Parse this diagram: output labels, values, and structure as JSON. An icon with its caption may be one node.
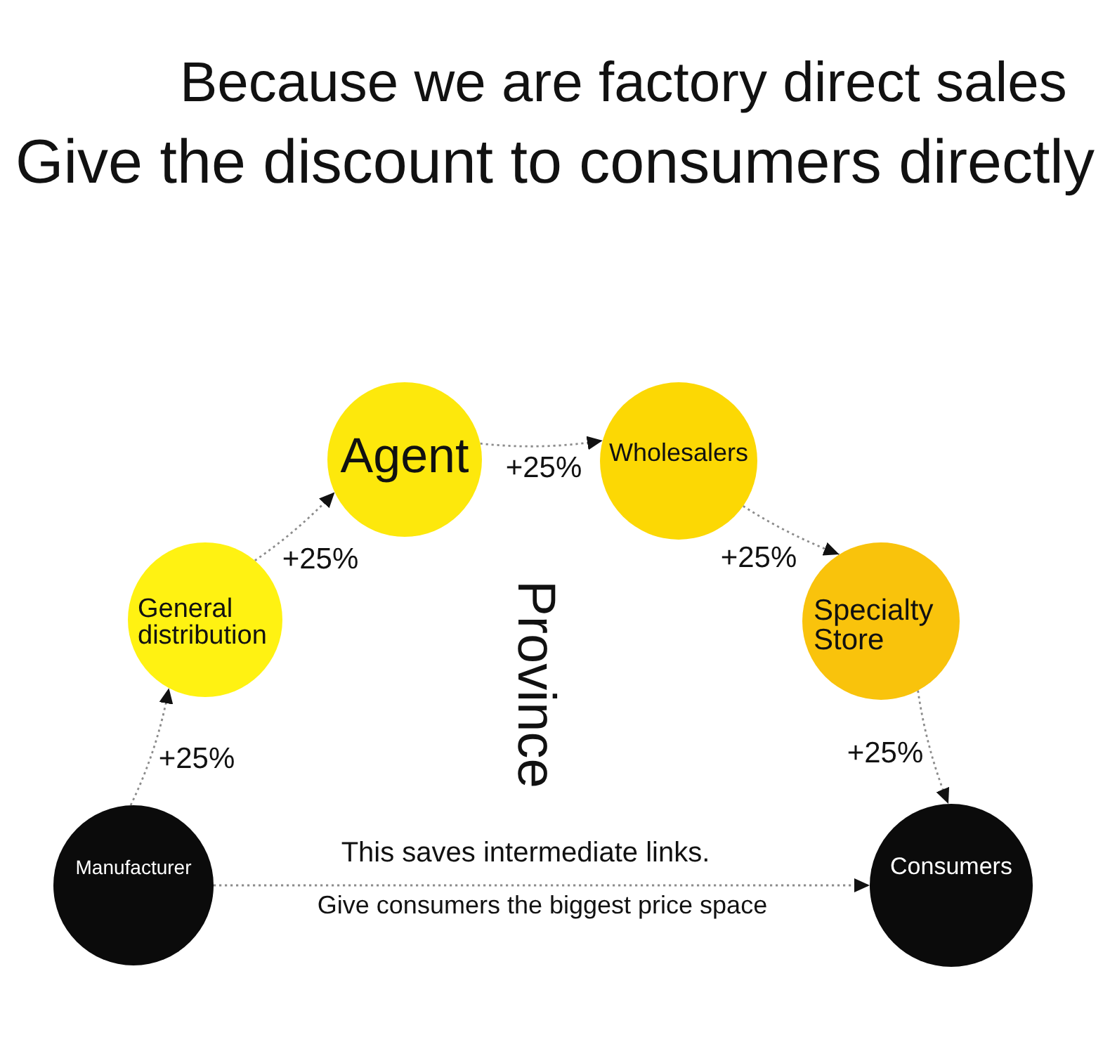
{
  "diagram": {
    "title": "Because we are factory direct sales",
    "nodes": [
      {
        "text": [
          "Manufacturer"
        ]
      },
      {
        "text": [
          "General distribution"
        ]
      },
      {
        "text": [
          "Agent"
        ]
      },
      {
        "text": [
          "Wholesalers"
        ]
      },
      {
        "text": [
          "Specialty Store"
        ]
      },
      {
        "text": [
          "Consumers"
        ]
      }
    ],
    "edges": [
      {
        "from": 0,
        "to": 1,
        "arrow": "to",
        "label": "+25%"
      },
      {
        "from": 1,
        "to": 2,
        "arrow": "to",
        "label": "+25%"
      },
      {
        "from": 2,
        "to": 3,
        "arrow": "to",
        "label": "+25%"
      },
      {
        "from": 3,
        "to": 4,
        "arrow": "to",
        "label": "+25%"
      },
      {
        "from": 4,
        "to": 5,
        "arrow": "to",
        "label": "+25%"
      },
      {
        "from": 0,
        "to": 5,
        "arrow": "to"
      }
    ],
    "labels": [
      "Give the discount to consumers directly",
      "Province",
      "This saves intermediate links.",
      "Give consumers the biggest price space"
    ]
  }
}
